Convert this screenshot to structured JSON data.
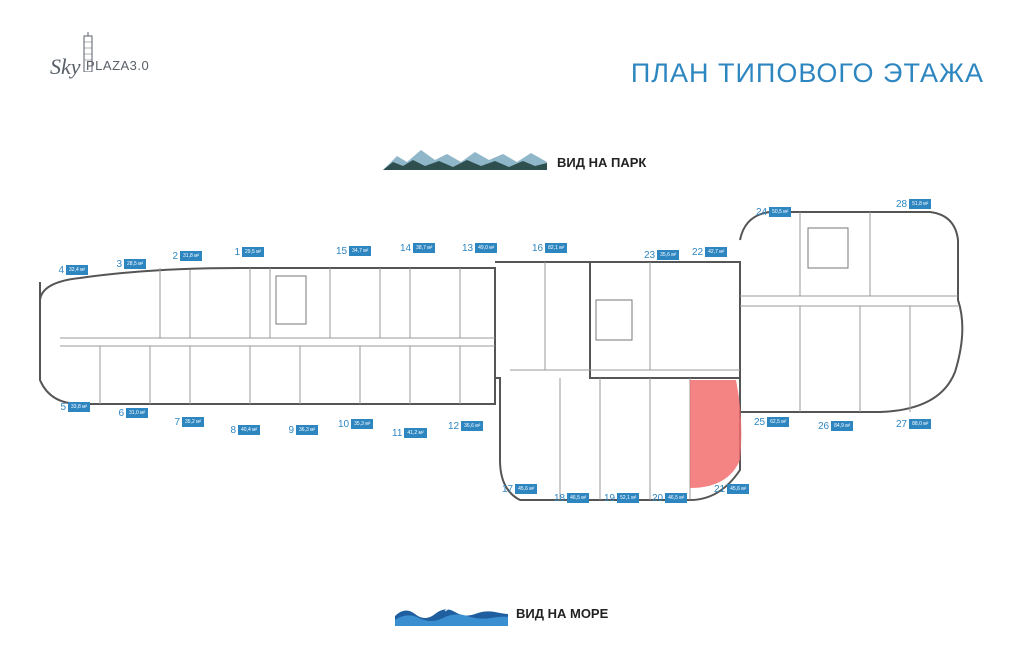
{
  "logo": {
    "sky": "Sky",
    "plaza": "PLAZA3.0"
  },
  "title": "ПЛАН ТИПОВОГО ЭТАЖА",
  "views": {
    "park": "ВИД НА ПАРК",
    "sea": "ВИД НА МОРЕ"
  },
  "highlight_color": "#f26d6d",
  "accent_color": "#2e86c1",
  "apartments": [
    {
      "num": "1",
      "area": "29,5 м²"
    },
    {
      "num": "2",
      "area": "31,8 м²"
    },
    {
      "num": "3",
      "area": "28,5 м²"
    },
    {
      "num": "4",
      "area": "32,4 м²"
    },
    {
      "num": "5",
      "area": "33,8 м²"
    },
    {
      "num": "6",
      "area": "31,0 м²"
    },
    {
      "num": "7",
      "area": "35,2 м²"
    },
    {
      "num": "8",
      "area": "40,4 м²"
    },
    {
      "num": "9",
      "area": "36,3 м²"
    },
    {
      "num": "10",
      "area": "35,3 м²"
    },
    {
      "num": "11",
      "area": "41,2 м²"
    },
    {
      "num": "12",
      "area": "36,6 м²"
    },
    {
      "num": "13",
      "area": "49,0 м²"
    },
    {
      "num": "14",
      "area": "38,7 м²"
    },
    {
      "num": "15",
      "area": "34,7 м²"
    },
    {
      "num": "16",
      "area": "82,1 м²"
    },
    {
      "num": "17",
      "area": "45,6 м²"
    },
    {
      "num": "18",
      "area": "46,5 м²"
    },
    {
      "num": "19",
      "area": "52,1 м²"
    },
    {
      "num": "20",
      "area": "46,5 м²"
    },
    {
      "num": "21",
      "area": "45,6 м²"
    },
    {
      "num": "22",
      "area": "42,7 м²"
    },
    {
      "num": "23",
      "area": "35,6 м²"
    },
    {
      "num": "24",
      "area": "50,5 м²"
    },
    {
      "num": "25",
      "area": "62,5 м²"
    },
    {
      "num": "26",
      "area": "84,9 м²"
    },
    {
      "num": "27",
      "area": "88,0 м²"
    },
    {
      "num": "28",
      "area": "51,8 м²"
    }
  ]
}
